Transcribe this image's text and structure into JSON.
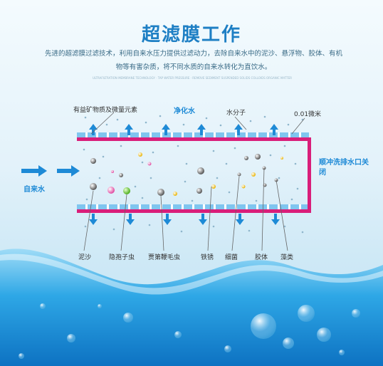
{
  "title": "超滤膜工作",
  "description": "先进的超滤膜过滤技术，利用自来水压力提供过滤动力，去除自来水中的泥沙、悬浮物、胶体、有机物等有害杂质，将不同水质的自来水转化为直饮水。",
  "top_labels": {
    "minerals": "有益矿物质及微量元素",
    "pure_water": "净化水",
    "water_molecule": "水分子",
    "pore_size": "0.01微米"
  },
  "left_label": "自来水",
  "right_label": "顺冲洗排水口关闭",
  "bottom_labels": [
    "泥沙",
    "隐孢子虫",
    "贾第鞭毛虫",
    "铁锈",
    "细菌",
    "胶体",
    "藻类"
  ],
  "colors": {
    "title": "#1e7fc4",
    "accent": "#1e8ad6",
    "pipe": "#d91e7a",
    "membrane": "#7fc5ef"
  }
}
